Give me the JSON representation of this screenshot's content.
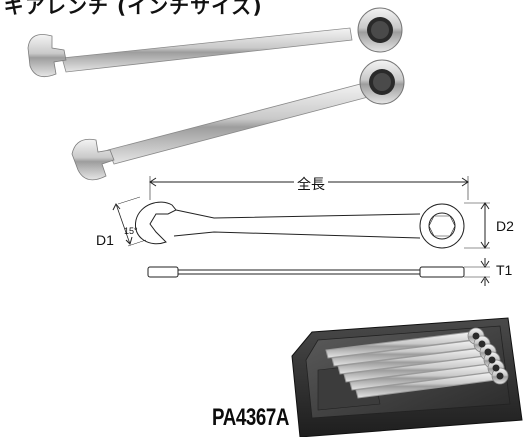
{
  "header": {
    "title": "ギアレンチ (インチサイズ)"
  },
  "diagram": {
    "overall_length_label": "全長",
    "angle_label": "15°",
    "d1_label": "D1",
    "d2_label": "D2",
    "t1_label": "T1"
  },
  "product": {
    "code": "PA4367A"
  },
  "colors": {
    "tray": "#333333",
    "chrome": "#c8c8c8"
  }
}
